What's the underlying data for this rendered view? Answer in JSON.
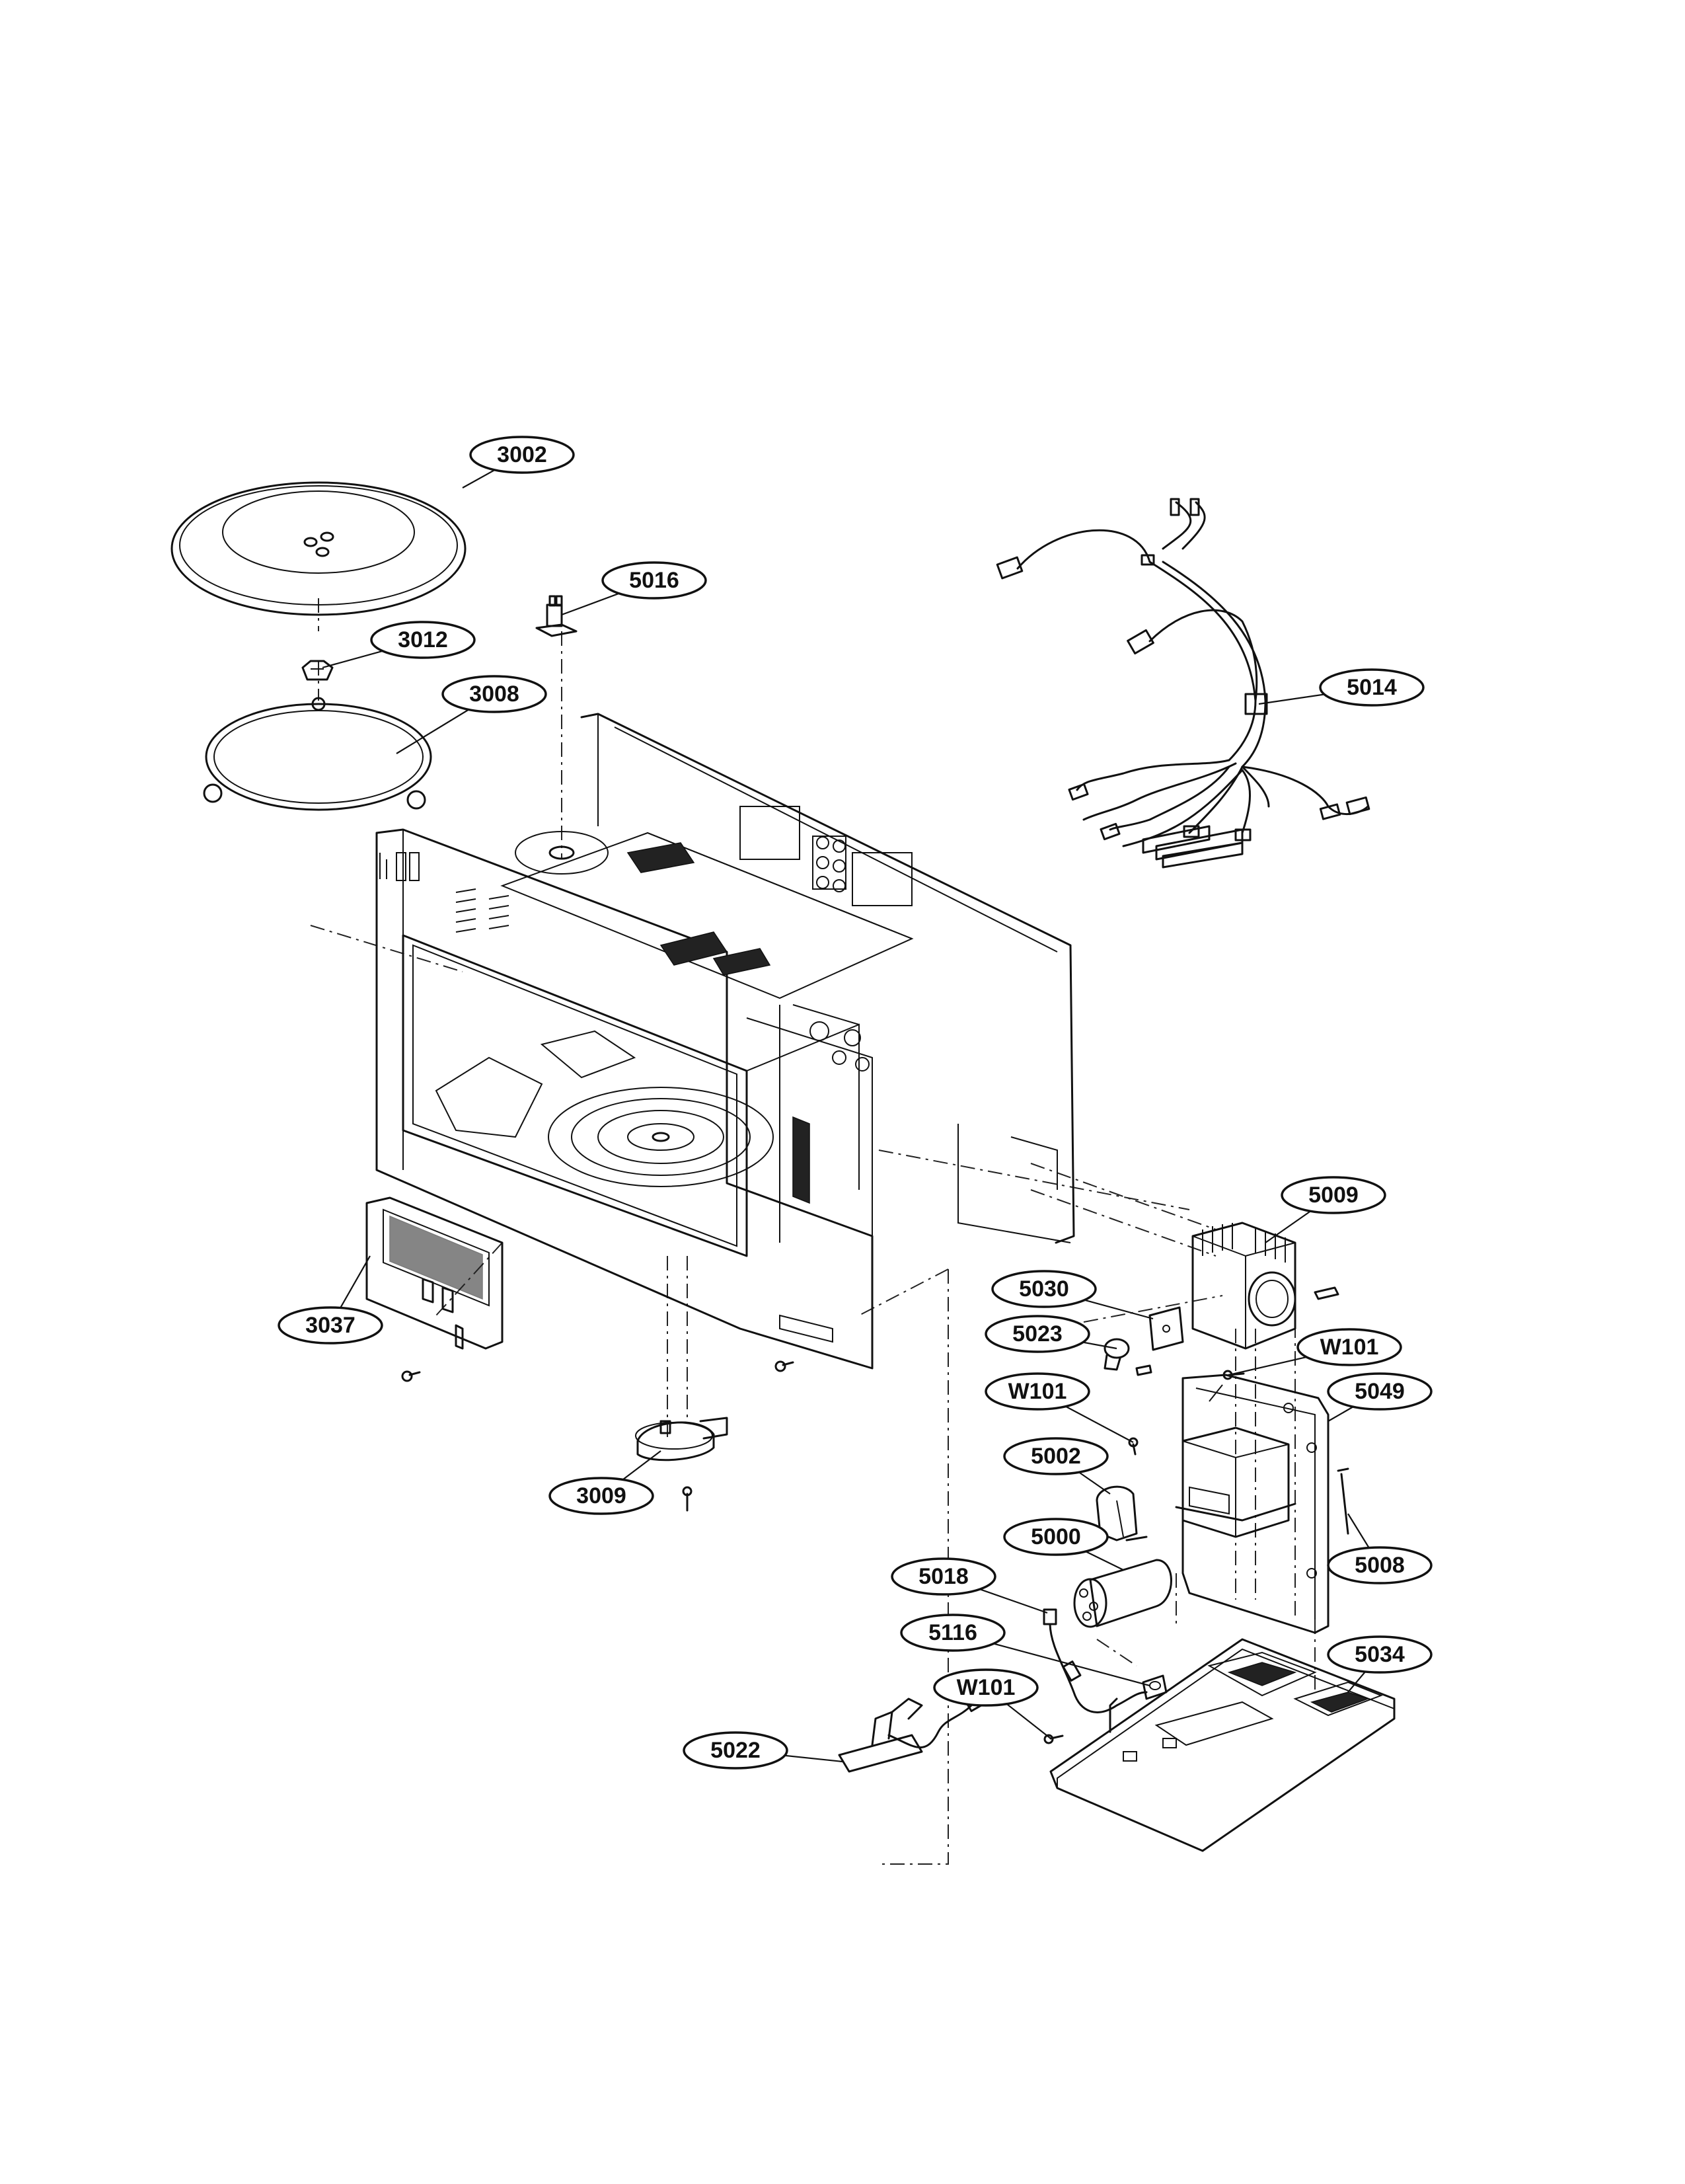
{
  "callouts": [
    {
      "id": "3002"
    },
    {
      "id": "5016"
    },
    {
      "id": "3012"
    },
    {
      "id": "3008"
    },
    {
      "id": "5014"
    },
    {
      "id": "5009"
    },
    {
      "id": "5030"
    },
    {
      "id": "5023"
    },
    {
      "id": "W101"
    },
    {
      "id": "5049"
    },
    {
      "id": "W101"
    },
    {
      "id": "5002"
    },
    {
      "id": "5000"
    },
    {
      "id": "5008"
    },
    {
      "id": "5018"
    },
    {
      "id": "5116"
    },
    {
      "id": "5034"
    },
    {
      "id": "W101"
    },
    {
      "id": "5022"
    },
    {
      "id": "3037"
    },
    {
      "id": "3009"
    }
  ]
}
